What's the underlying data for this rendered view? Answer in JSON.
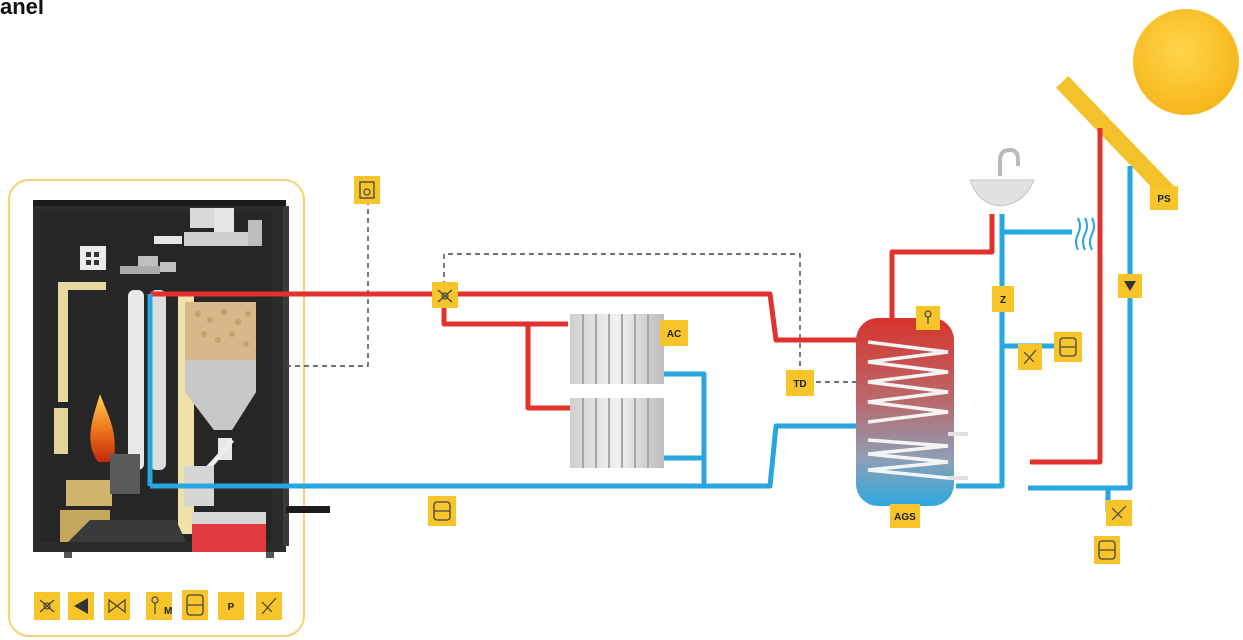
{
  "heading": "anel",
  "labels": {
    "ac": "AC",
    "td": "TD",
    "ags": "AGS",
    "ps": "PS",
    "z": "Z",
    "p": "P",
    "m": "M"
  },
  "legend_icons": [
    "mixer-valve-icon",
    "pump-icon",
    "valve-icon",
    "probe-icon",
    "expansion-vessel-icon",
    "p-icon",
    "safety-valve-icon"
  ],
  "colors": {
    "hot": "#e3312d",
    "cold": "#27a6df",
    "accent": "#f7c42a",
    "frame": "#f5d27a",
    "boiler": "#2b2b2b"
  }
}
